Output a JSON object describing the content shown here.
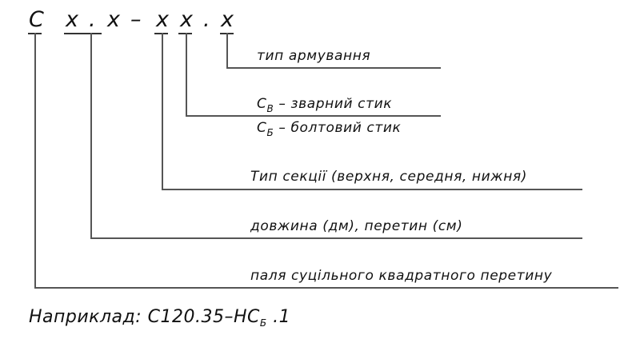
{
  "code": {
    "prefix": "С",
    "parts": [
      "x",
      ".",
      "x",
      "–",
      "x",
      "x",
      ".",
      "x"
    ]
  },
  "labels": {
    "reinforcement_type": "тип армування",
    "welded_joint_symbol": "С",
    "welded_joint_sub": "В",
    "welded_joint_text": "– зварний стик",
    "bolted_joint_symbol": "С",
    "bolted_joint_sub": "Б",
    "bolted_joint_text": "– болтовий стик",
    "section_type": "Тип секції (верхня, середня, нижня)",
    "length_section": "довжина (дм), перетин (см)",
    "pile_type": "паля суцільного квадратного перетину"
  },
  "example": {
    "prefix": "Наприклад: С120.35–НС",
    "sub": "Б",
    "suffix": " .1"
  }
}
